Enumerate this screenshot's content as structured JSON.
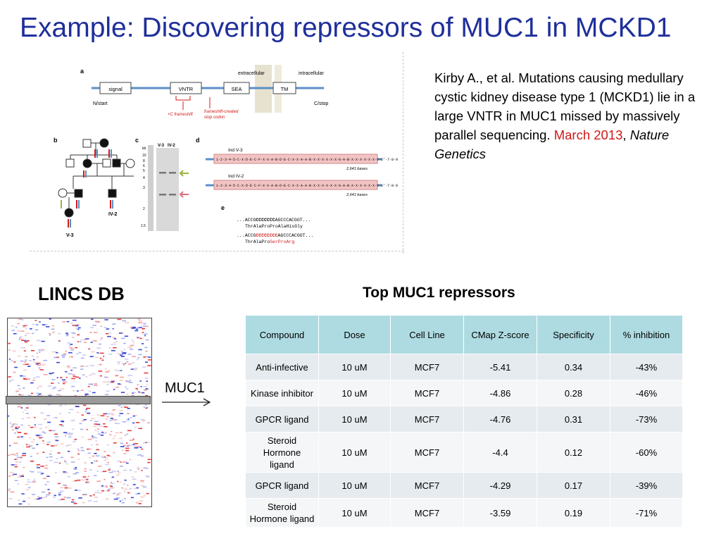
{
  "slide": {
    "title": "Example:  Discovering repressors of MUC1 in MCKD1"
  },
  "figure": {
    "panel_a": {
      "label": "a",
      "domains": [
        "signal",
        "VNTR",
        "SEA",
        "TM"
      ],
      "n_start": "N/start",
      "c_stop": "C/stop",
      "extracellular": "extracellular",
      "intracellular": "intracellular",
      "c_frameshift": "+C frameshift",
      "frameshift_created": "frameshift-created",
      "stop_codon": "stop codon"
    },
    "panel_b": {
      "label": "b",
      "ind_v3": "V-3",
      "ind_iv2": "IV-2"
    },
    "panel_c": {
      "label": "c",
      "kb": "kb",
      "ladder": [
        "10",
        "8",
        "6",
        "5",
        "4",
        "3",
        "2",
        "1.5"
      ],
      "lane_v3": "V-3",
      "lane_iv2": "IV-2"
    },
    "panel_d": {
      "label": "d",
      "ind_v3": "Ind V-3",
      "ind_iv2": "Ind IV-2",
      "seq_v3": "1·2·3·4·5·C·X·D·E·C·F·X·X·A·B·D·E·C·X·X·A·A·B·X·X·X·X·X·X·G·A·B·X·X·X·X·X·X·V·6'·7·8·9",
      "seq_iv2": "1·2·3·4·5·C·X·D·E·C·F·X·X·A·B·D·E·C·X·X·A·A·B·X·X·X·X·X·X·G·A·B·X·X·X·X·X·X·V·6'·7·8·9",
      "bases": "2,641 bases"
    },
    "panel_e": {
      "label": "e",
      "seq1_pre": "...ACCG",
      "seq1_bold": "CCCCCCC",
      "seq1_post": "AGCCCACGGT...",
      "aa1": "ThrAlaProProAlaHisGly",
      "seq2_pre": "...ACCG",
      "seq2_bold": "CCCCCCCC",
      "seq2_post": "AGCCCACGGT...",
      "aa2_black": "ThrAlaPro",
      "aa2_red": "SerProArg"
    }
  },
  "citation": {
    "text": "Kirby A., et al. Mutations causing medullary cystic kidney disease type 1 (MCKD1) lie in a large VNTR in MUC1 missed by massively parallel sequencing. ",
    "date": "March 2013",
    "comma": ", ",
    "journal": "Nature Genetics"
  },
  "lincs": {
    "label": "LINCS DB",
    "gene_label": "MUC1"
  },
  "table": {
    "title": "Top MUC1 repressors",
    "headers": [
      "Compound",
      "Dose",
      "Cell Line",
      "CMap Z-score",
      "Specificity",
      "% inhibition"
    ],
    "rows": [
      {
        "compound": "Anti-infective",
        "dose": "10 uM",
        "cell_line": "MCF7",
        "z_score": "-5.41",
        "specificity": "0.34",
        "inhibition": "-43%"
      },
      {
        "compound": "Kinase inhibitor",
        "dose": "10 uM",
        "cell_line": "MCF7",
        "z_score": "-4.86",
        "specificity": "0.28",
        "inhibition": "-46%"
      },
      {
        "compound": "GPCR ligand",
        "dose": "10 uM",
        "cell_line": "MCF7",
        "z_score": "-4.76",
        "specificity": "0.31",
        "inhibition": "-73%"
      },
      {
        "compound": "Steroid Hormone ligand",
        "dose": "10 uM",
        "cell_line": "MCF7",
        "z_score": "-4.4",
        "specificity": "0.12",
        "inhibition": "-60%"
      },
      {
        "compound": "GPCR ligand",
        "dose": "10 uM",
        "cell_line": "MCF7",
        "z_score": "-4.29",
        "specificity": "0.17",
        "inhibition": "-39%"
      },
      {
        "compound": "Steroid Hormone ligand",
        "dose": "10 uM",
        "cell_line": "MCF7",
        "z_score": "-3.59",
        "specificity": "0.19",
        "inhibition": "-71%"
      }
    ]
  },
  "colors": {
    "title": "#1f2f9a",
    "header_fill": "#aedbe1",
    "row_odd": "#e5ebee",
    "row_even": "#f4f6f7",
    "accent_red": "#d01818"
  }
}
